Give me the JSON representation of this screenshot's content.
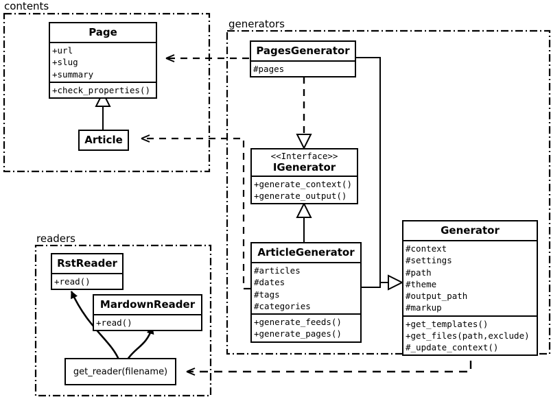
{
  "diagram": {
    "kind": "uml-class-diagram",
    "colors": {
      "line": "#000000",
      "fill": "#ffffff",
      "text": "#000000"
    }
  },
  "packages": [
    {
      "id": "contents",
      "label": "contents"
    },
    {
      "id": "generators",
      "label": "generators"
    },
    {
      "id": "readers",
      "label": "readers"
    }
  ],
  "classes": {
    "page": {
      "name": "Page",
      "attributes": [
        "+url",
        "+slug",
        "+summary"
      ],
      "methods": [
        "+check_properties()"
      ]
    },
    "article": {
      "name": "Article",
      "attributes": [],
      "methods": []
    },
    "pages_generator": {
      "name": "PagesGenerator",
      "attributes": [
        "#pages"
      ],
      "methods": []
    },
    "igenerator": {
      "stereotype": "<<Interface>>",
      "name": "IGenerator",
      "attributes": [],
      "methods": [
        "+generate_context()",
        "+generate_output()"
      ]
    },
    "article_generator": {
      "name": "ArticleGenerator",
      "attributes": [
        "#articles",
        "#dates",
        "#tags",
        "#categories"
      ],
      "methods": [
        "+generate_feeds()",
        "+generate_pages()"
      ]
    },
    "generator": {
      "name": "Generator",
      "attributes": [
        "#context",
        "#settings",
        "#path",
        "#theme",
        "#output_path",
        "#markup"
      ],
      "methods": [
        "+get_templates()",
        "+get_files(path,exclude)",
        "#_update_context()"
      ]
    },
    "rst_reader": {
      "name": "RstReader",
      "attributes": [],
      "methods": [
        "+read()"
      ]
    },
    "mardown_reader": {
      "name": "MardownReader",
      "attributes": [],
      "methods": [
        "+read()"
      ]
    }
  },
  "functions": {
    "get_reader": {
      "label": "get_reader(filename)"
    }
  },
  "relationships": [
    {
      "from": "article",
      "to": "page",
      "type": "generalization"
    },
    {
      "from": "article_generator",
      "to": "igenerator",
      "type": "generalization"
    },
    {
      "from": "pages_generator",
      "to": "igenerator",
      "type": "realization"
    },
    {
      "from": "pages_generator",
      "to": "generator",
      "type": "generalization"
    },
    {
      "from": "article_generator",
      "to": "generator",
      "type": "generalization"
    },
    {
      "from": "pages_generator",
      "to": "page",
      "type": "dependency"
    },
    {
      "from": "article_generator",
      "to": "article",
      "type": "dependency"
    },
    {
      "from": "generator",
      "to": "get_reader",
      "type": "dependency"
    },
    {
      "from": "get_reader",
      "to": "rst_reader",
      "type": "call"
    },
    {
      "from": "get_reader",
      "to": "mardown_reader",
      "type": "call"
    }
  ]
}
